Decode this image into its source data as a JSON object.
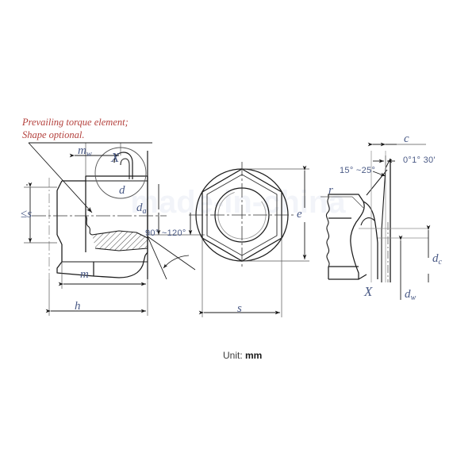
{
  "title": "Hex flange prevailing torque nut engineering drawing",
  "unit_note": {
    "prefix": "Unit: ",
    "value": "mm"
  },
  "callout_note": {
    "line1": "Prevailing torque element;",
    "line2": "Shape optional."
  },
  "watermark": "",
  "views": {
    "side": {
      "name": "side-section-view",
      "labels": {
        "mw": "m",
        "mw_sub": "w",
        "X": "X",
        "d": "d",
        "da": "d",
        "da_sub": "a",
        "s_max": "≤s",
        "m": "m",
        "h": "h",
        "chamfer_angle": "90°  ~120°"
      }
    },
    "top": {
      "name": "hexagon-plan-view",
      "labels": {
        "e": "e",
        "s": "s"
      }
    },
    "detail": {
      "name": "detail-view-X",
      "labels": {
        "c": "c",
        "r": "r",
        "X": "X",
        "dc": "d",
        "dc_sub": "c",
        "dw": "d",
        "dw_sub": "w",
        "angle_left": "15°  ~25°",
        "angle_right": "0°1°  30'"
      }
    }
  },
  "colors": {
    "line": "#1a1a1a",
    "thin": "#555555",
    "label": "#4a5a86",
    "note": "#b4413d",
    "background": "#ffffff"
  }
}
